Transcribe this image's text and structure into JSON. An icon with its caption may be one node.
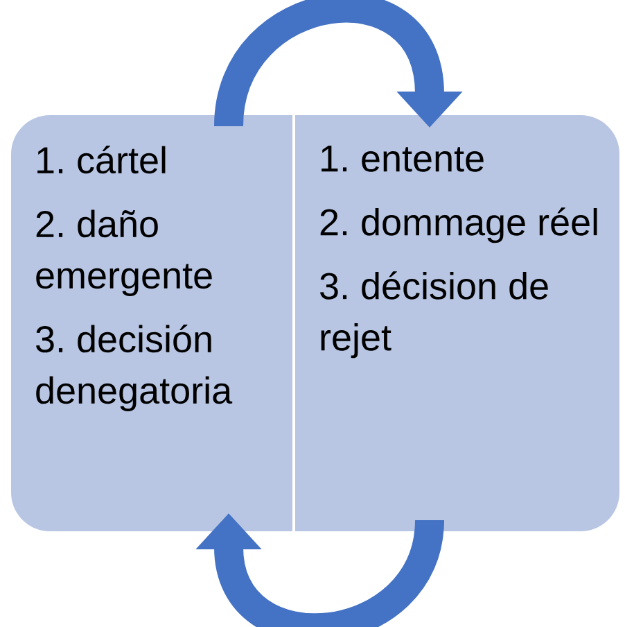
{
  "diagram": {
    "nodes": [
      {
        "text": [
          "1. cártel",
          "2. daño emergente",
          "3. decisión denegatoria"
        ]
      },
      {
        "text": [
          "1. entente",
          "2. dommage réel",
          "3. décision de rejet"
        ]
      }
    ],
    "edges": [
      {
        "from": 0,
        "to": 1,
        "arrow": "to"
      },
      {
        "from": 1,
        "to": 0,
        "arrow": "to"
      }
    ]
  }
}
